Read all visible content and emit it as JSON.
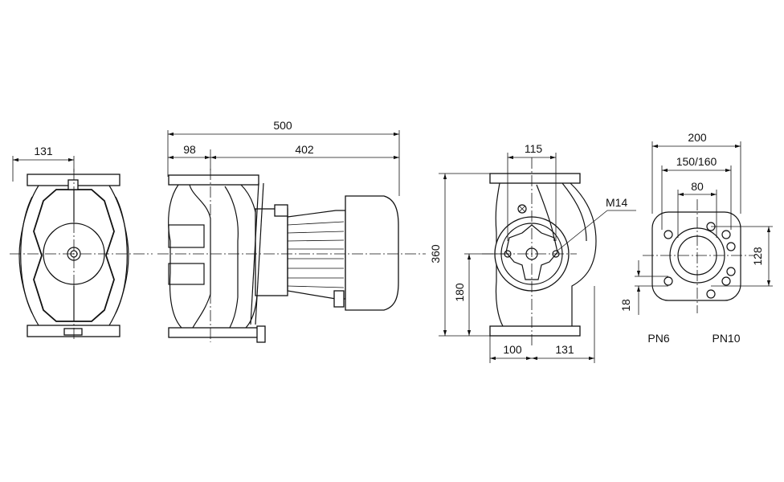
{
  "views": {
    "front_left": {
      "dims": {
        "width": "131"
      }
    },
    "side": {
      "dims": {
        "overall": "500",
        "inlet_offset": "98",
        "motor_length": "402"
      }
    },
    "end": {
      "dims": {
        "height": "360",
        "axis_height": "180",
        "top_width": "115",
        "bottom_left": "100",
        "bottom_right": "131",
        "thread": "M14"
      }
    },
    "flange": {
      "dims": {
        "outer": "200",
        "bolt_circle": "150/160",
        "bore": "80",
        "vertical": "128",
        "hole": "18"
      },
      "labels": {
        "pn6": "PN6",
        "pn10": "PN10"
      }
    }
  }
}
